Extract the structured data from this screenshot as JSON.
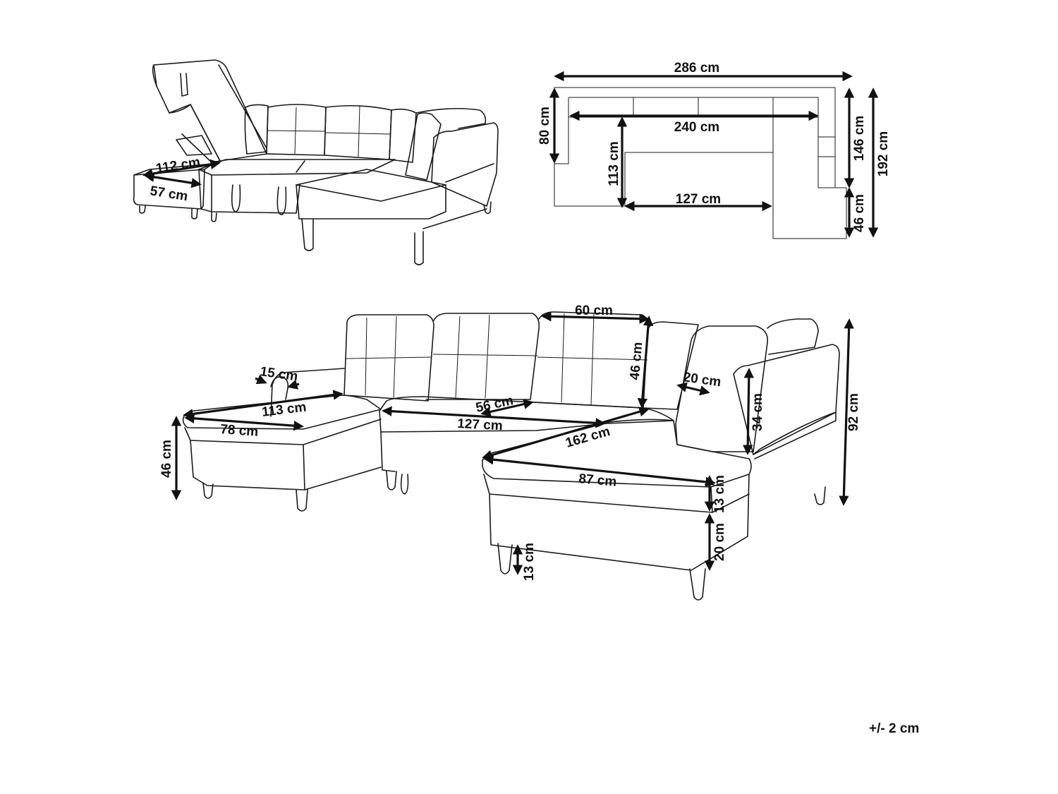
{
  "diagram": {
    "top_view": {
      "overall_width": "286 cm",
      "inner_width": "240 cm",
      "back_depth": "80 cm",
      "chaise_inner_depth": "113 cm",
      "middle_width": "127 cm",
      "side_depth": "146 cm",
      "total_depth": "192 cm",
      "chaise_end": "46 cm"
    },
    "storage_view": {
      "storage_length": "112 cm",
      "storage_width": "57 cm"
    },
    "front_view": {
      "cushion_width": "60 cm",
      "back_height": "46 cm",
      "armrest_width": "15 cm",
      "left_chaise_depth": "113 cm",
      "left_chaise_width": "78 cm",
      "seat_height": "46 cm",
      "bed_depth": "56 cm",
      "bed_width": "127 cm",
      "bed_length": "162 cm",
      "right_armrest": "20 cm",
      "right_arm_height": "34 cm",
      "total_height": "92 cm",
      "right_chaise_width": "87 cm",
      "cushion_thickness": "13 cm",
      "base_height": "20 cm",
      "leg_height": "13 cm"
    },
    "tolerance": "+/- 2 cm"
  }
}
